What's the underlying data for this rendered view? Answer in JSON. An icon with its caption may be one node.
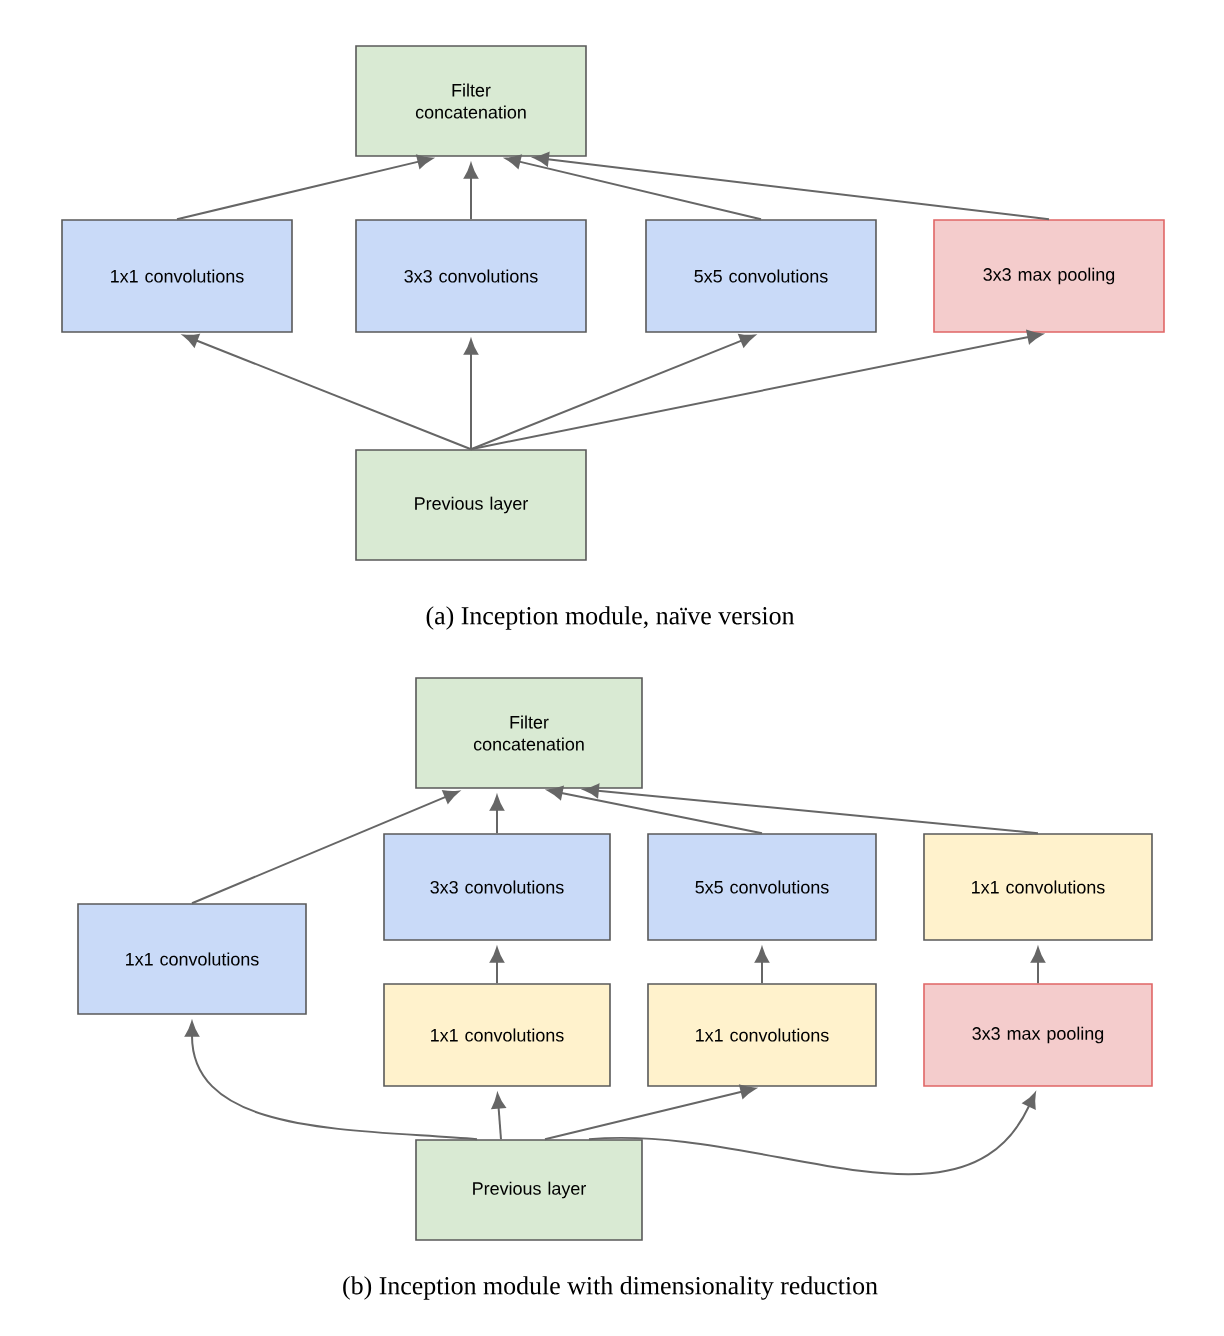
{
  "diagram": {
    "nodes": [
      {
        "text": [
          "Filter concatenation"
        ]
      },
      {
        "text": [
          "1x1 convolutions"
        ]
      },
      {
        "text": [
          "3x3 convolutions"
        ]
      },
      {
        "text": [
          "5x5 convolutions"
        ]
      },
      {
        "text": [
          "3x3 max pooling"
        ]
      },
      {
        "text": [
          "Previous layer"
        ]
      },
      {
        "text": [
          "Filter concatenation"
        ]
      },
      {
        "text": [
          "1x1 convolutions"
        ]
      },
      {
        "text": [
          "3x3 convolutions"
        ]
      },
      {
        "text": [
          "5x5 convolutions"
        ]
      },
      {
        "text": [
          "1x1 convolutions"
        ]
      },
      {
        "text": [
          "1x1 convolutions"
        ]
      },
      {
        "text": [
          "1x1 convolutions"
        ]
      },
      {
        "text": [
          "3x3 max pooling"
        ]
      },
      {
        "text": [
          "Previous layer"
        ]
      }
    ],
    "edges": [
      {
        "from": 1,
        "to": 0,
        "arrow": "to"
      },
      {
        "from": 2,
        "to": 0,
        "arrow": "to"
      },
      {
        "from": 3,
        "to": 0,
        "arrow": "to"
      },
      {
        "from": 4,
        "to": 0,
        "arrow": "to"
      },
      {
        "from": 5,
        "to": 1,
        "arrow": "to"
      },
      {
        "from": 5,
        "to": 2,
        "arrow": "to"
      },
      {
        "from": 5,
        "to": 3,
        "arrow": "to"
      },
      {
        "from": 5,
        "to": 4,
        "arrow": "to"
      },
      {
        "from": 7,
        "to": 6,
        "arrow": "to"
      },
      {
        "from": 8,
        "to": 6,
        "arrow": "to"
      },
      {
        "from": 9,
        "to": 6,
        "arrow": "to"
      },
      {
        "from": 10,
        "to": 6,
        "arrow": "to"
      },
      {
        "from": 11,
        "to": 8,
        "arrow": "to"
      },
      {
        "from": 12,
        "to": 9,
        "arrow": "to"
      },
      {
        "from": 13,
        "to": 10,
        "arrow": "to"
      },
      {
        "from": 14,
        "to": 7,
        "arrow": "to"
      },
      {
        "from": 14,
        "to": 11,
        "arrow": "to"
      },
      {
        "from": 14,
        "to": 12,
        "arrow": "to"
      },
      {
        "from": 14,
        "to": 13,
        "arrow": "to"
      }
    ],
    "labels": [
      "(a) Inception module, naïve version",
      "(b) Inception module with dimensionality reduction"
    ]
  }
}
